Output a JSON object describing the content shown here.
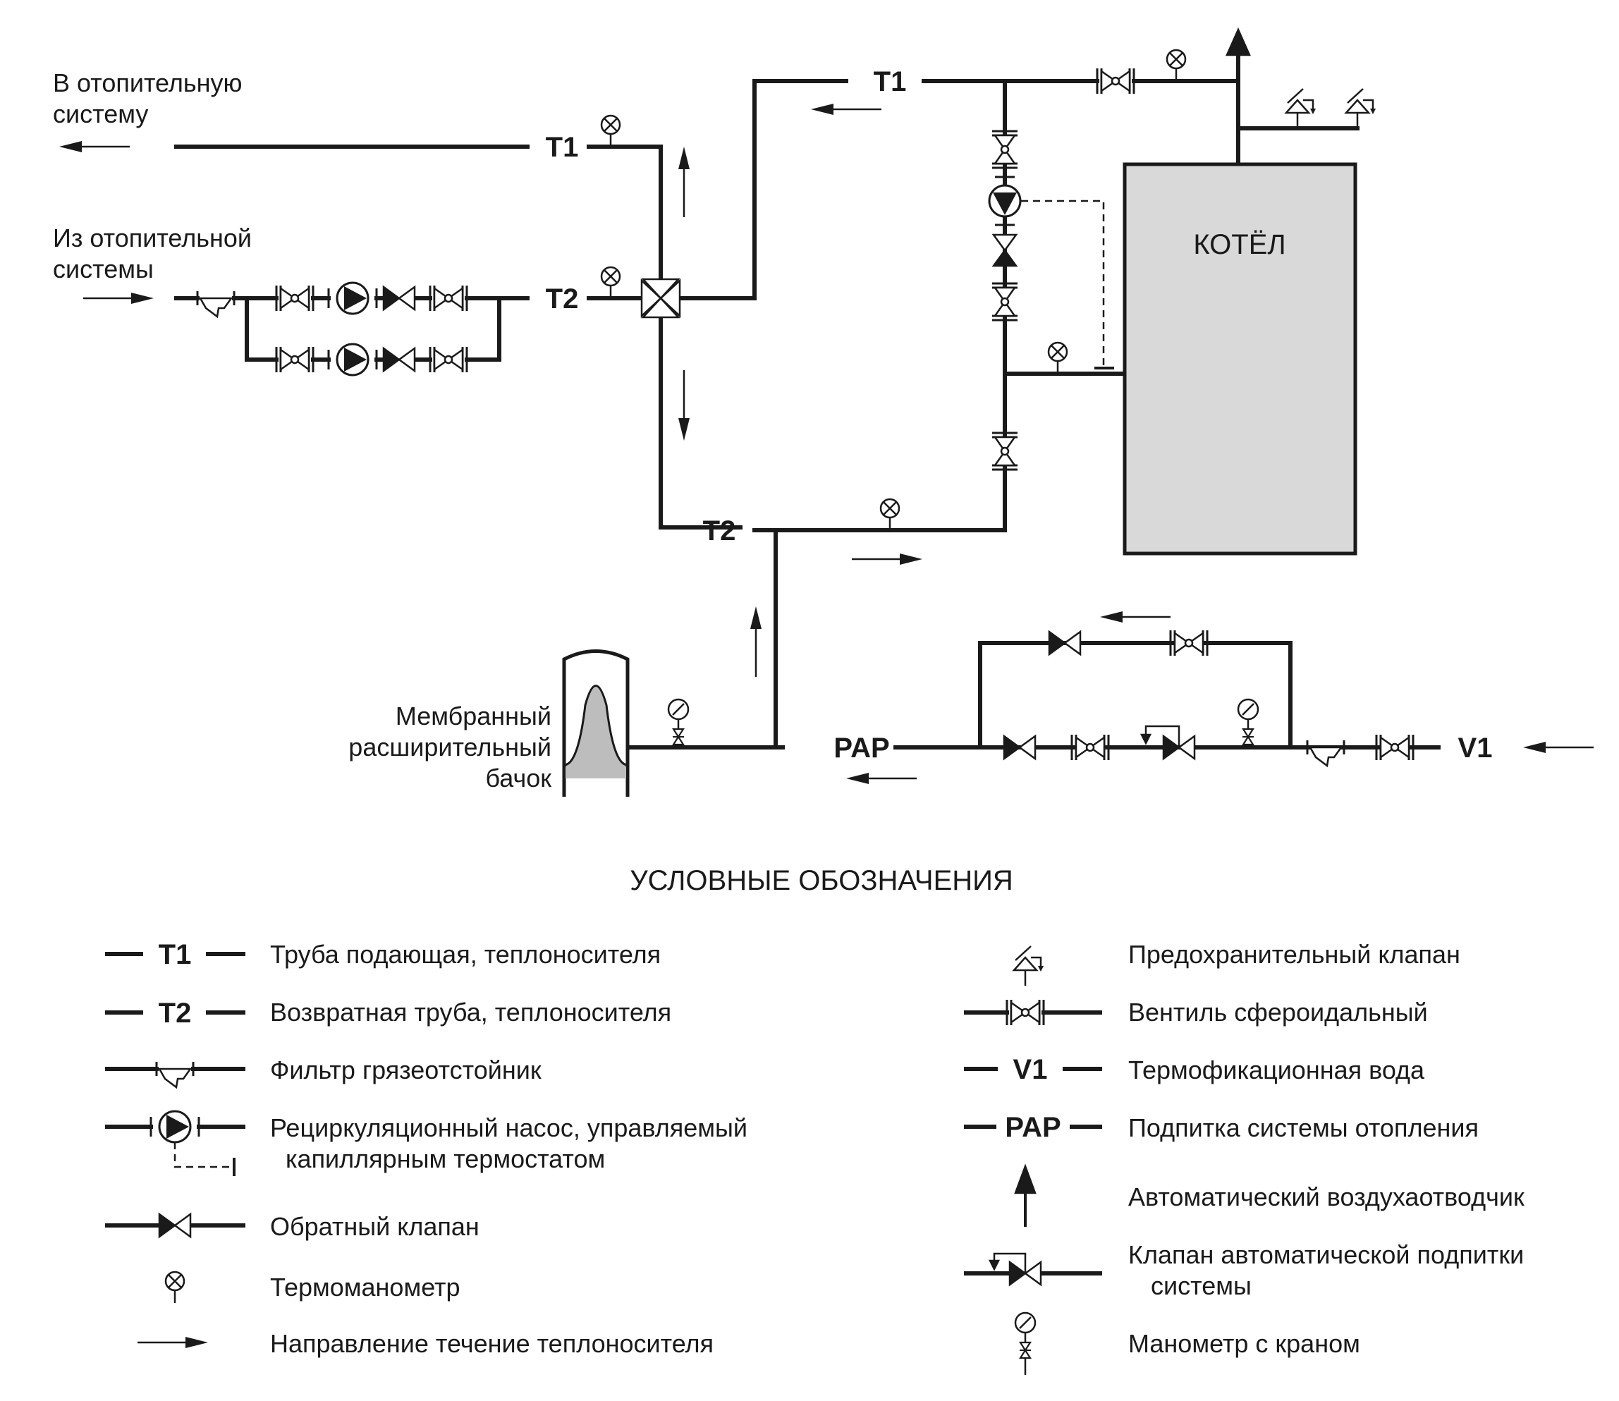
{
  "diagram": {
    "labels": {
      "t1_left": "T1",
      "t2_left": "T2",
      "t1_top": "T1",
      "t2_bottom": "T2",
      "pap": "PAP",
      "v1": "V1"
    },
    "text": {
      "to_system_1": "В отопительную",
      "to_system_2": "систему",
      "from_system_1": "Из отопительной",
      "from_system_2": "системы",
      "boiler": "КОТЁЛ",
      "tank_1": "Мембранный",
      "tank_2": "расширительный",
      "tank_3": "бачок"
    }
  },
  "legend": {
    "title": "УСЛОВНЫЕ ОБОЗНАЧЕНИЯ",
    "left": [
      {
        "symbol": "T1",
        "text": "Труба подающая, теплоносителя"
      },
      {
        "symbol": "T2",
        "text": "Возвратная труба, теплоносителя"
      },
      {
        "text": "Фильтр грязеотстойник"
      },
      {
        "text": "Рециркуляционный насос, управляемый",
        "text2": "капиллярным термостатом"
      },
      {
        "text": "Обратный клапан"
      },
      {
        "text": "Термоманометр"
      },
      {
        "text": "Направление течение теплоносителя"
      }
    ],
    "right": [
      {
        "text": "Предохранительный клапан"
      },
      {
        "text": "Вентиль сфероидальный"
      },
      {
        "symbol": "V1",
        "text": "Термофикационная вода"
      },
      {
        "symbol": "PAP",
        "text": "Подпитка системы отопления"
      },
      {
        "text": "Автоматический воздухаотводчик"
      },
      {
        "text": "Клапан автоматической подпитки",
        "text2": "системы"
      },
      {
        "text": "Манометр с краном"
      }
    ]
  }
}
